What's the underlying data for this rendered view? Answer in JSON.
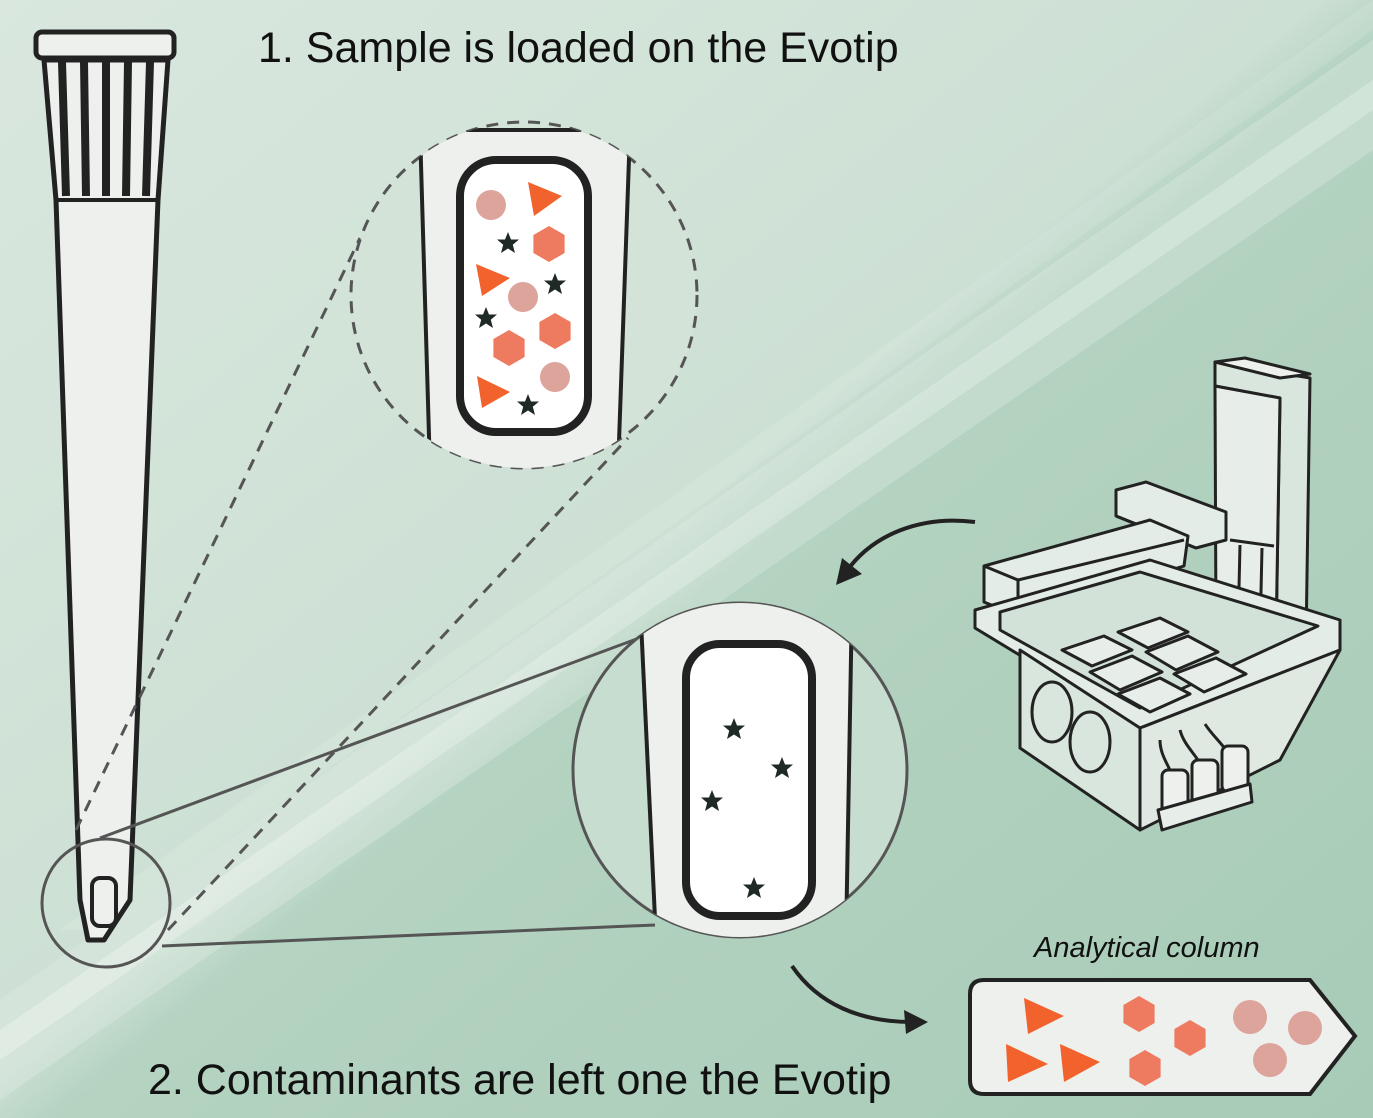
{
  "captions": {
    "step1": "1. Sample is loaded on the Evotip",
    "step2": "2. Contaminants are left one the Evotip",
    "column_label": "Analytical column"
  },
  "colors": {
    "background_light": "#d6e5dc",
    "background_dark": "#a9cdb9",
    "outline": "#222222",
    "tip_fill": "#eef0ee",
    "orange_triangle": "#f2622c",
    "salmon_hexagon": "#ee7a5f",
    "pink_circle": "#dca49b",
    "contaminant_star": "#1f2a26"
  },
  "elements": {
    "evotip": "pipette-tip",
    "zoom_top": "sample-on-tip-magnifier",
    "zoom_bottom": "contaminants-on-tip-magnifier",
    "instrument": "evosep-instrument",
    "column": "analytical-column"
  }
}
